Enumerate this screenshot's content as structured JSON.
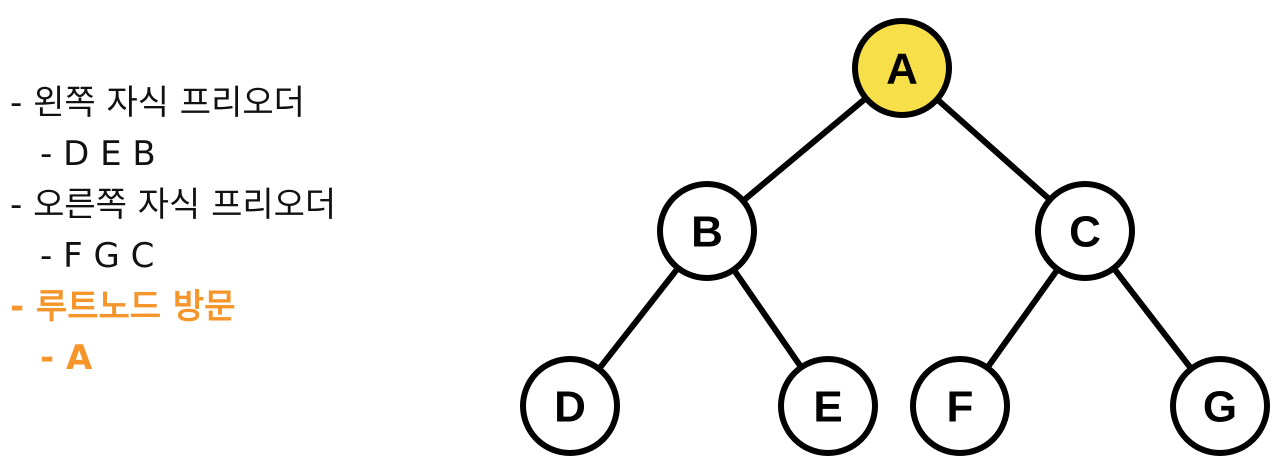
{
  "notes": [
    {
      "text": "- 왼쪽 자식 프리오더",
      "indent": false,
      "highlight": false
    },
    {
      "text": "- D E B",
      "indent": true,
      "highlight": false
    },
    {
      "text": "- 오른쪽 자식 프리오더",
      "indent": false,
      "highlight": false
    },
    {
      "text": "- F G C",
      "indent": true,
      "highlight": false
    },
    {
      "text": "- 루트노드 방문",
      "indent": false,
      "highlight": true
    },
    {
      "text": "- A",
      "indent": true,
      "highlight": true
    }
  ],
  "tree": {
    "nodes": [
      {
        "id": "A",
        "label": "A",
        "highlighted": true
      },
      {
        "id": "B",
        "label": "B",
        "highlighted": false
      },
      {
        "id": "C",
        "label": "C",
        "highlighted": false
      },
      {
        "id": "D",
        "label": "D",
        "highlighted": false
      },
      {
        "id": "E",
        "label": "E",
        "highlighted": false
      },
      {
        "id": "F",
        "label": "F",
        "highlighted": false
      },
      {
        "id": "G",
        "label": "G",
        "highlighted": false
      }
    ],
    "edges": [
      [
        "A",
        "B"
      ],
      [
        "A",
        "C"
      ],
      [
        "B",
        "D"
      ],
      [
        "B",
        "E"
      ],
      [
        "C",
        "F"
      ],
      [
        "C",
        "G"
      ]
    ]
  },
  "colors": {
    "highlight_node_fill": "#f7df4a",
    "node_fill": "#ffffff",
    "highlight_text": "#f5952a",
    "text": "#111111"
  }
}
